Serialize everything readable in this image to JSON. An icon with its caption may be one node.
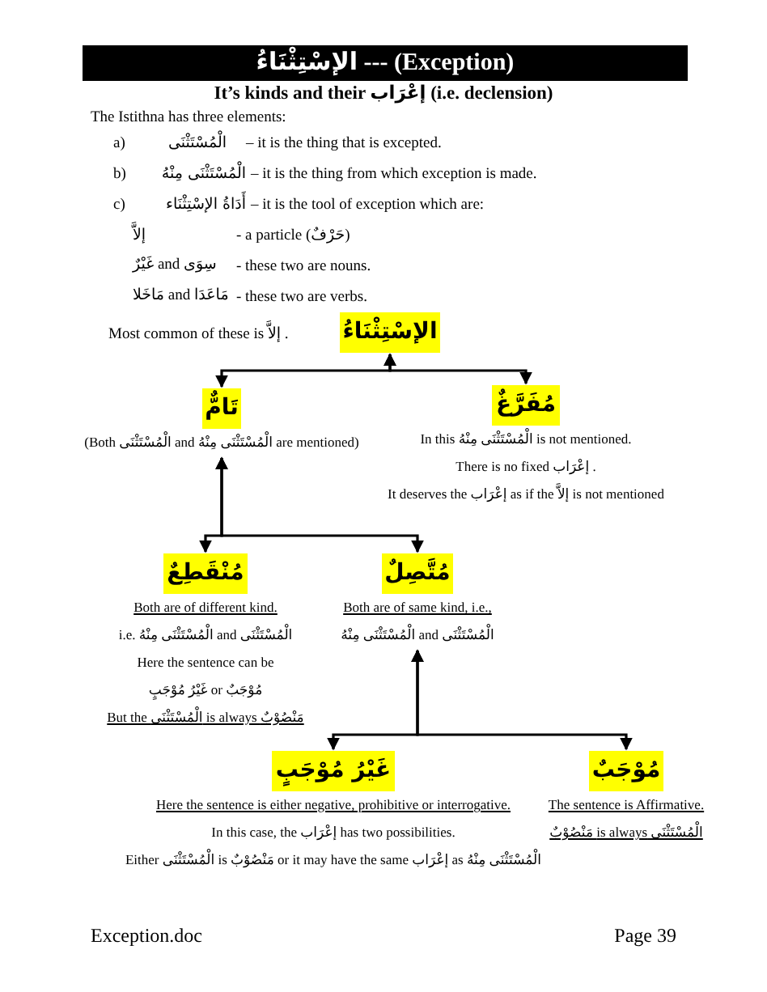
{
  "diagram": {
    "title": "الإسْتِثْنَاءُ --- (Exception)",
    "nodes": [
      {
        "text": [
          "الإسْتِثْنَاءُ"
        ]
      },
      {
        "text": [
          "تَامٌّ"
        ],
        "beside": [
          "(Both الْمُسْتَثْنَى and الْمُسْتَثْنَى مِنْهُ are mentioned)"
        ]
      },
      {
        "text": [
          "مُفَرَّغٌ"
        ],
        "beside": [
          "In this الْمُسْتَثْنَى مِنْهُ is not mentioned.",
          "There is no fixed إعْرَاب .",
          "It deserves the إعْرَاب as if the إلاَّ is not mentioned"
        ]
      },
      {
        "text": [
          "مُنْقَطِعٌ"
        ],
        "beside": [
          "Both are of different kind.",
          "i.e. الْمُسْتَثْنَى مِنْهُ and الْمُسْتَثْنَى",
          "Here the sentence can be",
          "غَيْرُ مُوْجَبٍ or مُوْجَبٌ",
          "But the الْمُسْتَثْنَى is always مَنْصُوْبٌ"
        ]
      },
      {
        "text": [
          "مُتَّصِلٌ"
        ],
        "beside": [
          "Both are of same kind, i.e.,",
          "الْمُسْتَثْنَى مِنْهُ and الْمُسْتَثْنَى"
        ]
      },
      {
        "text": [
          "غَيْرُ مُوْجَبٍ"
        ],
        "beside": [
          "Here the sentence is either negative, prohibitive or interrogative.",
          "In this case, the إعْرَاب has two possibilities.",
          "Either الْمُسْتَثْنَى is مَنْصُوْبٌ or it may have the same إعْرَاب as الْمُسْتَثْنَى مِنْهُ"
        ]
      },
      {
        "text": [
          "مُوْجَبٌ"
        ],
        "beside": [
          "The sentence is Affirmative.",
          "الْمُسْتَثْنَى is always مَنْصُوْبٌ"
        ]
      }
    ],
    "edges": [
      {
        "from": 0,
        "to": 1,
        "arrow": "both"
      },
      {
        "from": 0,
        "to": 2,
        "arrow": "both"
      },
      {
        "from": 1,
        "to": 3,
        "arrow": "both"
      },
      {
        "from": 1,
        "to": 4,
        "arrow": "both"
      },
      {
        "from": 4,
        "to": 5,
        "arrow": "both"
      },
      {
        "from": 4,
        "to": 6,
        "arrow": "both"
      }
    ],
    "labels": [
      "It’s kinds and their إعْرَاب (i.e. declension)",
      "The Istithna has three elements:",
      "a)",
      "الْمُسْتَثْنَى",
      "– it is the thing that is excepted.",
      "b)",
      "الْمُسْتَثْنَى مِنْهُ",
      "– it is the thing from which exception is made.",
      "c)",
      "أَدَاةُ الإسْتِثْنَاء",
      "– it is the tool of exception which are:",
      "إلاَّ",
      "- a particle (حَرْفٌ)",
      "غَيْرٌ and سِوَى",
      "- these two are nouns.",
      "مَاخَلا and مَاعَدَا",
      "- these two are verbs.",
      "Most common of these is إلاَّ .",
      "Exception.doc",
      "Page 39"
    ]
  }
}
